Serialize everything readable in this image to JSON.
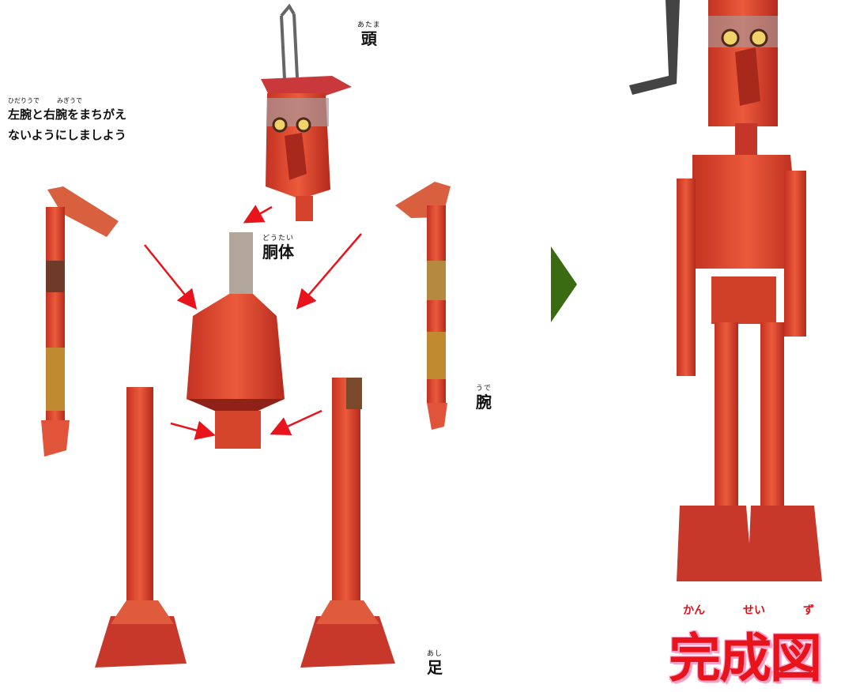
{
  "labels": {
    "head": {
      "ruby": "あたま",
      "text": "頭"
    },
    "torso": {
      "ruby": "どうたい",
      "text": "胴体"
    },
    "arm": {
      "ruby": "うで",
      "text": "腕"
    },
    "leg": {
      "ruby": "あし",
      "text": "足"
    }
  },
  "note": {
    "ruby_left": "ひだりうで",
    "ruby_right": "みぎうで",
    "line1": "左腕と右腕をまちがえ",
    "line2": "ないようにしましよう"
  },
  "completed": {
    "ruby": [
      "かん",
      "せい",
      "ず"
    ],
    "title": "完成図"
  },
  "colors": {
    "body_red": "#e0452c",
    "dark_red": "#a8281c",
    "arrow_red": "#e8141c",
    "triangle_green": "#3a6a12",
    "title_red": "#e8141c",
    "title_outline": "#ff9ec4"
  }
}
